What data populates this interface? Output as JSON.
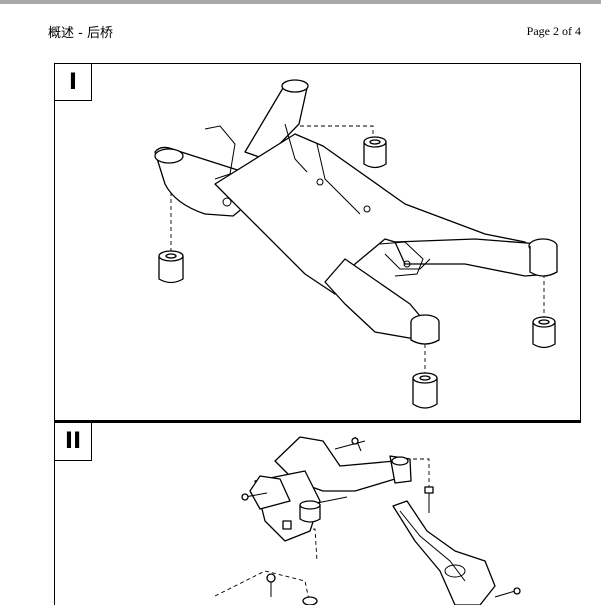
{
  "header": {
    "left_title": "概述 - 后桥",
    "page_label": "Page 2 of 4"
  },
  "figures": [
    {
      "label": "I",
      "description_icon": "rear-subframe-with-bushings-illustration"
    },
    {
      "label": "II",
      "description_icon": "rear-suspension-arm-and-bolts-illustration"
    }
  ]
}
